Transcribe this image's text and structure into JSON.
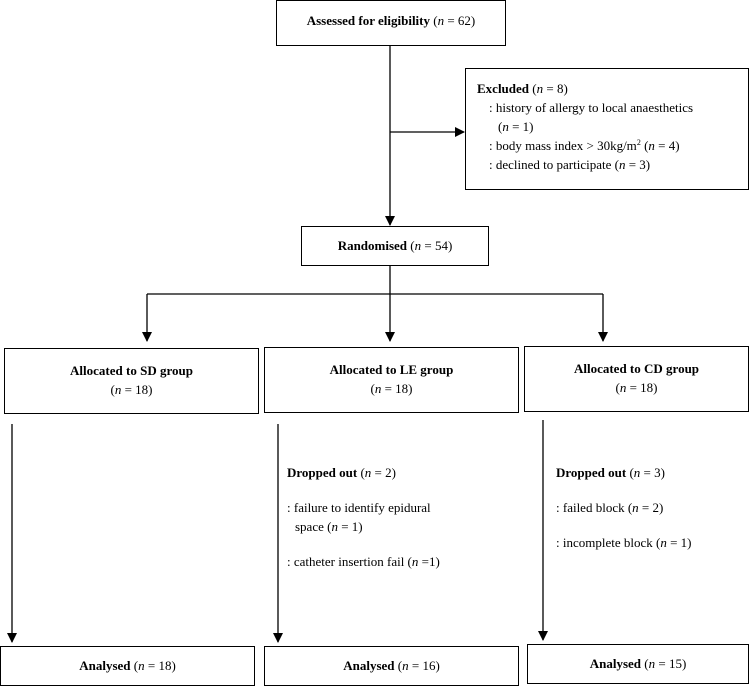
{
  "eligibility": {
    "label": "Assessed for eligibility",
    "n_prefix": "(",
    "n": "n",
    "n_value": " = 62)"
  },
  "excluded": {
    "label": "Excluded",
    "n_value": " = 8)",
    "items": [
      ": history of allergy to local anaesthetics",
      "(",
      " = 1)",
      ": body mass index > 30kg/m",
      "2",
      " (",
      " = 4)",
      ": declined to participate (",
      " = 3)"
    ]
  },
  "randomised": {
    "label": "Randomised",
    "n_value": " = 54)"
  },
  "groups": [
    {
      "label": "Allocated to SD group",
      "n_value": " = 18)"
    },
    {
      "label": "Allocated to LE group",
      "n_value": " = 18)"
    },
    {
      "label": "Allocated to CD group",
      "n_value": " = 18)"
    }
  ],
  "dropped_le": {
    "label": "Dropped out",
    "n_value": " = 2)",
    "item1a": ": failure to identify epidural",
    "item1b": "space (",
    "item1b_n": " = 1)",
    "item2": ": catheter insertion fail (",
    "item2_n": " =1)"
  },
  "dropped_cd": {
    "label": "Dropped out",
    "n_value": " = 3)",
    "item1": ": failed block (",
    "item1_n": " = 2)",
    "item2": ": incomplete block (",
    "item2_n": " = 1)"
  },
  "analysed": [
    {
      "label": "Analysed",
      "n_value": " = 18)"
    },
    {
      "label": "Analysed",
      "n_value": " = 16)"
    },
    {
      "label": "Analysed",
      "n_value": " = 15)"
    }
  ],
  "n_symbol": "n",
  "open_paren": " ("
}
